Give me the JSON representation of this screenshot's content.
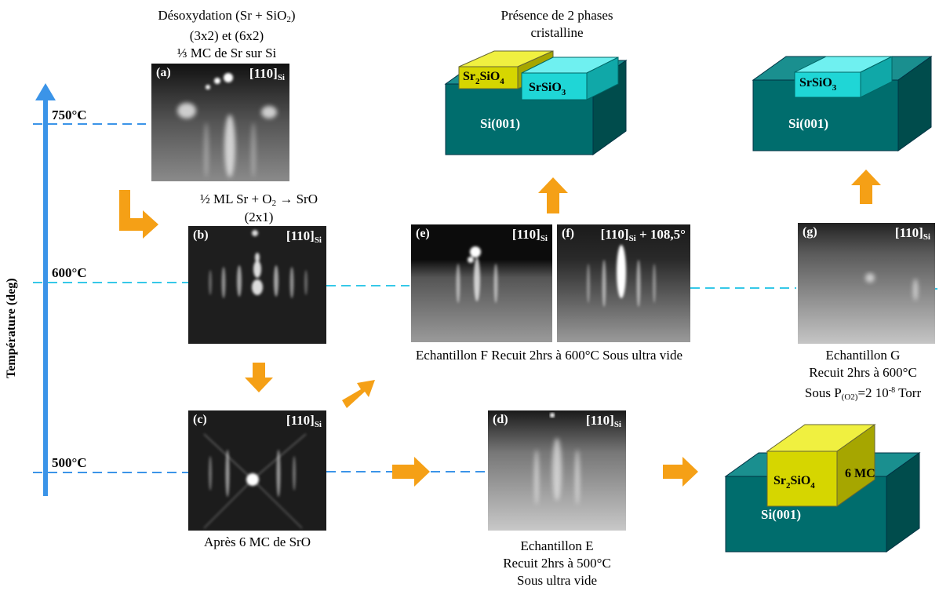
{
  "axis": {
    "label": "Température (deg)",
    "t750": "750°C",
    "t600": "600°C",
    "t500": "500°C"
  },
  "captions": {
    "a1": "Désoxydation (Sr + SiO",
    "a1_sub": "2",
    "a1_end": ")",
    "a2": "(3x2) et (6x2)",
    "a3": "⅓ MC de Sr sur Si",
    "b1": "½ ML Sr + O",
    "b1_sub": "2",
    "b1_end": " → SrO",
    "b2": "(2x1)",
    "c": "Après 6 MC de SrO",
    "ef": "Echantillon F Recuit 2hrs à 600°C  Sous ultra vide",
    "d1": "Echantillon E",
    "d2": "Recuit 2hrs à 500°C",
    "d3": "Sous ultra vide",
    "g1": "Echantillon G",
    "g2": "Recuit 2hrs à 600°C",
    "g3_a": "Sous P",
    "g3_sub": "(O2)",
    "g3_b": "=2 10",
    "g3_sup": "-8",
    "g3_c": " Torr",
    "phases1": "Présence de 2 phases",
    "phases2": "cristalline"
  },
  "panels": {
    "a": {
      "label": "(a)",
      "dir": "[110]",
      "dir_sub": "Si"
    },
    "b": {
      "label": "(b)",
      "dir": "[110]",
      "dir_sub": "Si"
    },
    "c": {
      "label": "(c)",
      "dir": "[110]",
      "dir_sub": "Si"
    },
    "d": {
      "label": "(d)",
      "dir": "[110]",
      "dir_sub": "Si"
    },
    "e": {
      "label": "(e)",
      "dir": "[110]",
      "dir_sub": "Si"
    },
    "f": {
      "label": "(f)",
      "dir": "[110]",
      "dir_sub": "Si",
      "dir_extra": " + 108,5°"
    },
    "g": {
      "label": "(g)",
      "dir": "[110]",
      "dir_sub": "Si"
    }
  },
  "structures": {
    "substrate": "Si(001)",
    "sr2sio4_a": "Sr",
    "sr2sio4_sub1": "2",
    "sr2sio4_b": "SiO",
    "sr2sio4_sub2": "4",
    "srsio3_a": "SrSiO",
    "srsio3_sub": "3",
    "six_mc": "6 MC"
  },
  "colors": {
    "axis_arrow": "#3b94e8",
    "orange": "#f5a016",
    "teal": "#006d6d",
    "yellow": "#d7d700",
    "cyan": "#1fd6d6"
  }
}
